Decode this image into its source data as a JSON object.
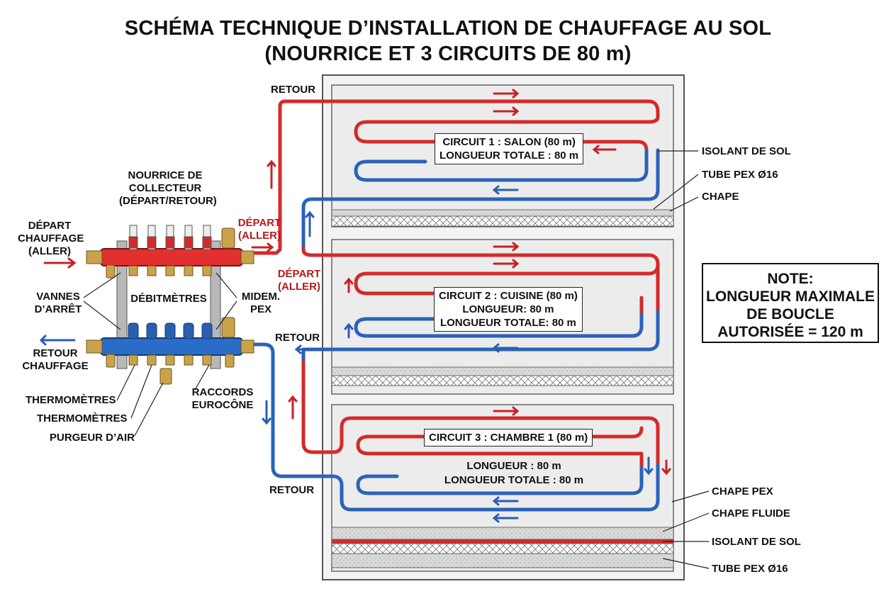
{
  "title": {
    "line1": "SCHÉMA TECHNIQUE D’INSTALLATION DE CHAUFFAGE AU SOL",
    "line2": "(NOURRICE ET 3 CIRCUITS DE 80 m)"
  },
  "manifold": {
    "title_lines": [
      "NOURRICE DE",
      "COLLECTEUR",
      "(DÉPART/RETOUR)"
    ],
    "debitmetres": "DÉBITMÈTRES",
    "depart_chauffage": [
      "DÉPART",
      "CHAUFFAGE",
      "(ALLER)"
    ],
    "retour_chauffage": [
      "RETOUR",
      "CHAUFFAGE"
    ],
    "vannes": [
      "VANNES",
      "D’ARRÊT"
    ],
    "midem": [
      "MIDEM.",
      "PEX"
    ],
    "thermometres_1": "THERMOMÈTRES",
    "thermometres_2": "THERMOMÈTRES",
    "purgeur": "PURGEUR D’AIR",
    "raccords": [
      "RACCORDS",
      "EUROCÔNE"
    ]
  },
  "flow_labels": {
    "retour_top": "RETOUR",
    "depart_aller_1": [
      "DÉPART",
      "(ALLER)"
    ],
    "depart_aller_2": [
      "DÉPART",
      "(ALLER)"
    ],
    "retour_mid": "RETOUR",
    "retour_bottom": "RETOUR"
  },
  "circuits": [
    {
      "lines": [
        "CIRCUIT 1 : SALON (80 m)",
        "LONGUEUR TOTALE : 80 m"
      ]
    },
    {
      "lines": [
        "CIRCUIT 2 : CUISINE (80 m)",
        "LONGUEUR: 80 m",
        "LONGUEUR TOTALE: 80 m"
      ]
    },
    {
      "header": "CIRCUIT 3 : CHAMBRE 1 (80 m)",
      "lines": [
        "LONGUEUR : 80 m",
        "LONGUEUR TOTALE : 80 m"
      ]
    }
  ],
  "right_labels": {
    "isolant": "ISOLANT DE SOL",
    "tube": "TUBE PEX Ø16",
    "chape": "CHAPE",
    "chape_pex": "CHAPE PEX",
    "chape_fluide": "CHAPE FLUIDE",
    "isolant_2": "ISOLANT DE SOL",
    "tube_2": "TUBE PEX Ø16"
  },
  "note": {
    "lines": [
      "NOTE:",
      "LONGUEUR MAXIMALE",
      "DE BOUCLE",
      "AUTORISÉE = 120 m"
    ]
  },
  "colors": {
    "supply": "#d42a2a",
    "return": "#2a63b8",
    "frame": "#555555",
    "panel": "#ececec",
    "screed": "#d6d6d6"
  }
}
